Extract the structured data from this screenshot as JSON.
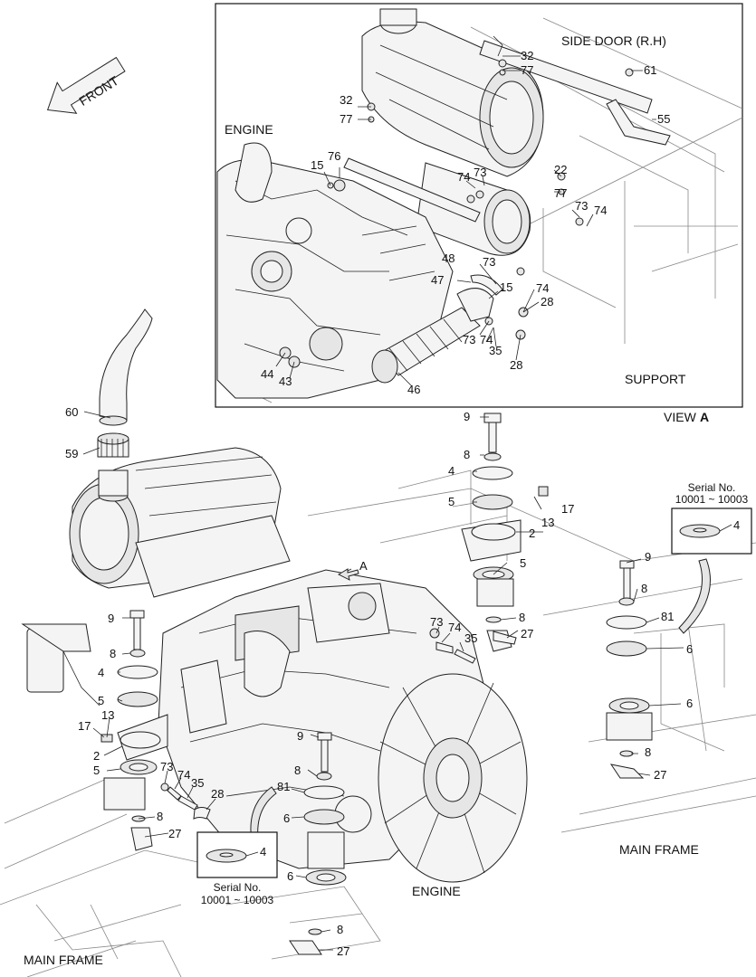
{
  "inset": {
    "labels": {
      "side_door": "SIDE DOOR (R.H)",
      "engine": "ENGINE",
      "support": "SUPPORT",
      "view": "VIEW",
      "view_letter": "A"
    },
    "callouts": [
      "32",
      "77",
      "61",
      "32",
      "77",
      "55",
      "76",
      "15",
      "74",
      "73",
      "22",
      "77",
      "73",
      "74",
      "48",
      "73",
      "47",
      "15",
      "74",
      "28",
      "73",
      "74",
      "35",
      "28",
      "44",
      "43",
      "46"
    ]
  },
  "main": {
    "labels": {
      "front": "FRONT",
      "view_marker": "A",
      "main_frame_right": "MAIN FRAME",
      "main_frame_left": "MAIN FRAME",
      "engine": "ENGINE"
    },
    "callouts": [
      "60",
      "59",
      "9",
      "8",
      "4",
      "5",
      "17",
      "13",
      "2",
      "5",
      "8",
      "27",
      "73",
      "74",
      "35",
      "9",
      "8",
      "4",
      "5",
      "17",
      "13",
      "2",
      "5",
      "73",
      "74",
      "35",
      "28",
      "9",
      "8",
      "81",
      "6",
      "6",
      "8",
      "27",
      "9",
      "8",
      "81",
      "6",
      "6",
      "8",
      "27"
    ],
    "serial_boxes": [
      {
        "title": "Serial No.",
        "range": "10001 ~ 10003",
        "part": "4"
      },
      {
        "title": "Serial No.",
        "range": "10001 ~ 10003",
        "part": "4"
      }
    ]
  }
}
